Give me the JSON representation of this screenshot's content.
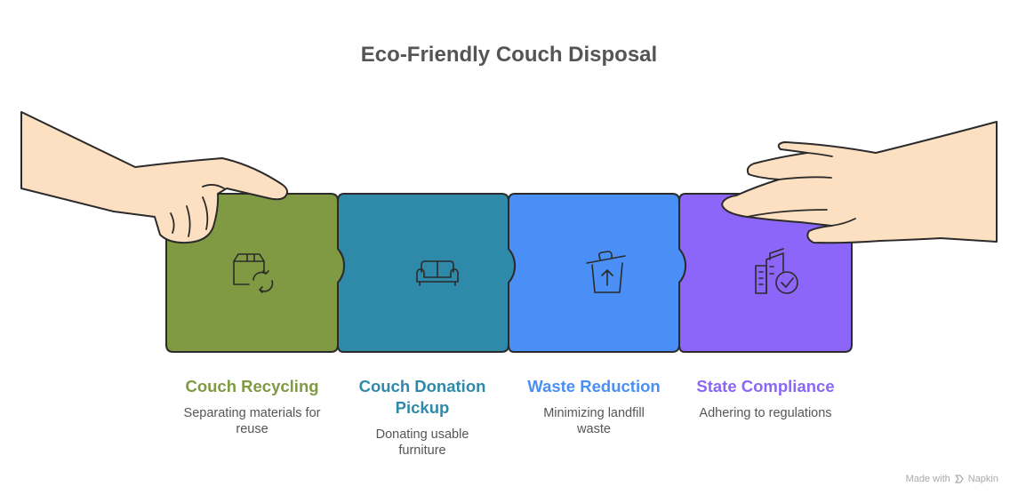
{
  "title": "Eco-Friendly Couch Disposal",
  "colors": {
    "outline": "#2b2b2b",
    "skin": "#fde0c1",
    "title": "#555555",
    "description": "#555555"
  },
  "steps": [
    {
      "title": "Couch Recycling",
      "description": "Separating materials for reuse",
      "color": "#7f9a43",
      "icon": "box-recycle-icon"
    },
    {
      "title": "Couch Donation Pickup",
      "description": "Donating usable furniture",
      "color": "#2f8aa9",
      "icon": "couch-icon"
    },
    {
      "title": "Waste Reduction",
      "description": "Minimizing landfill waste",
      "color": "#4a8ff5",
      "icon": "trash-arrow-icon"
    },
    {
      "title": "State Compliance",
      "description": "Adhering to regulations",
      "color": "#8c66f8",
      "icon": "building-check-icon"
    }
  ],
  "footer": {
    "made_with": "Made with",
    "brand": "Napkin"
  }
}
